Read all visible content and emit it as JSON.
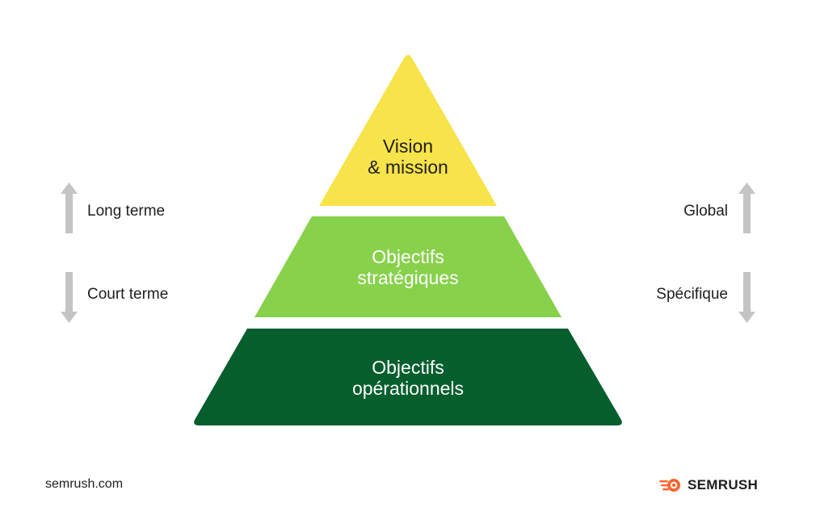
{
  "pyramid": {
    "tiers": [
      {
        "lines": [
          "Vision",
          "& mission"
        ],
        "color": "#f7e34a",
        "text_color": "#1e1e1e"
      },
      {
        "lines": [
          "Objectifs",
          "stratégiques"
        ],
        "color": "#87d14b",
        "text_color": "#ffffff"
      },
      {
        "lines": [
          "Objectifs",
          "opérationnels"
        ],
        "color": "#065e2d",
        "text_color": "#ffffff"
      }
    ]
  },
  "left_axis": {
    "up_label": "Long terme",
    "down_label": "Court terme",
    "arrow_color": "#c4c4c4"
  },
  "right_axis": {
    "up_label": "Global",
    "down_label": "Spécifique",
    "arrow_color": "#c4c4c4"
  },
  "footer": {
    "url": "semrush.com",
    "brand": "SEMRUSH",
    "brand_color": "#ff642d"
  }
}
